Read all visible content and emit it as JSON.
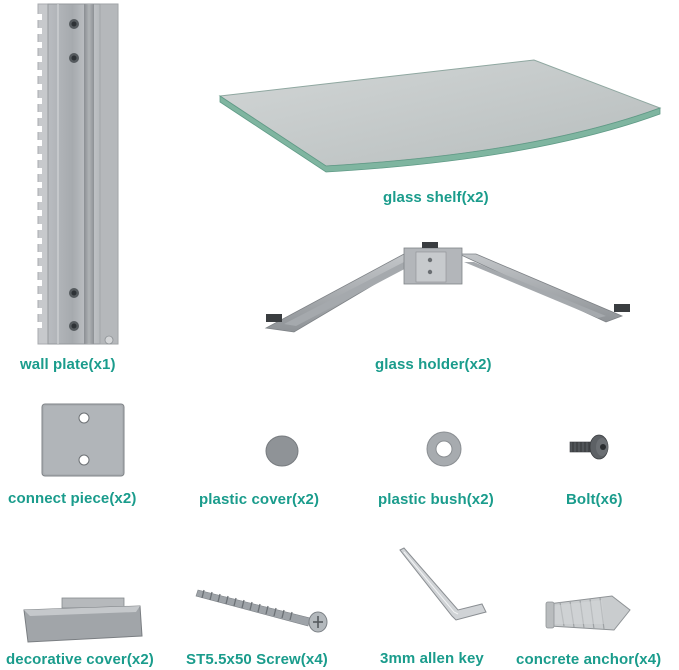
{
  "labels": {
    "wall_plate": "wall plate(x1)",
    "glass_shelf": "glass shelf(x2)",
    "glass_holder": "glass holder(x2)",
    "connect_piece": "connect piece(x2)",
    "plastic_cover": "plastic cover(x2)",
    "plastic_bush": "plastic bush(x2)",
    "bolt": "Bolt(x6)",
    "decorative_cover": "decorative cover(x2)",
    "screw": "ST5.5x50 Screw(x4)",
    "allen_key": "3mm allen key",
    "concrete_anchor": "concrete anchor(x4)"
  },
  "colors": {
    "label_text": "#1a9c8c",
    "metal_gray": "#9a9ea2",
    "glass_edge": "#7fb5a0",
    "glass_top": "#c9cfcf"
  }
}
